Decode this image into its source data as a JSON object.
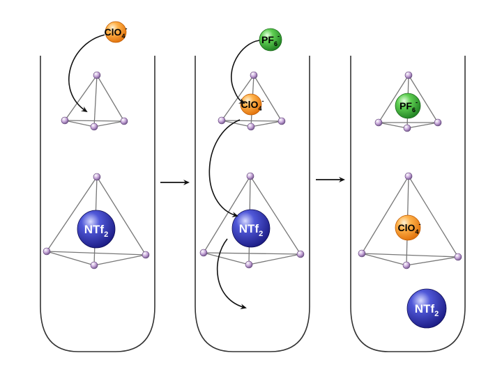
{
  "colors": {
    "perchlorate": "#f28a1e",
    "hexafluorophosphate": "#3aa53a",
    "triflimide": "#2a2aa8",
    "vertex": "#b493c6",
    "edge": "#7a7a7a",
    "tube": "#333333",
    "arrow": "#111111"
  },
  "ions": {
    "clo4": {
      "base": "ClO",
      "sub": "4",
      "sup": "-"
    },
    "pf6": {
      "base": "PF",
      "sub": "6",
      "sup": "-"
    },
    "ntf2": {
      "base": "NTf",
      "sub": "2",
      "sup": ""
    }
  },
  "panels": [
    {
      "name": "panel-1",
      "small_cage_guest": "",
      "large_cage_guest": "ntf2",
      "free_above": "clo4",
      "free_below": ""
    },
    {
      "name": "panel-2",
      "small_cage_guest": "clo4",
      "large_cage_guest": "ntf2",
      "free_above": "pf6",
      "free_below": ""
    },
    {
      "name": "panel-3",
      "small_cage_guest": "pf6",
      "large_cage_guest": "clo4",
      "free_above": "",
      "free_below": "ntf2"
    }
  ],
  "step_arrows": 2
}
